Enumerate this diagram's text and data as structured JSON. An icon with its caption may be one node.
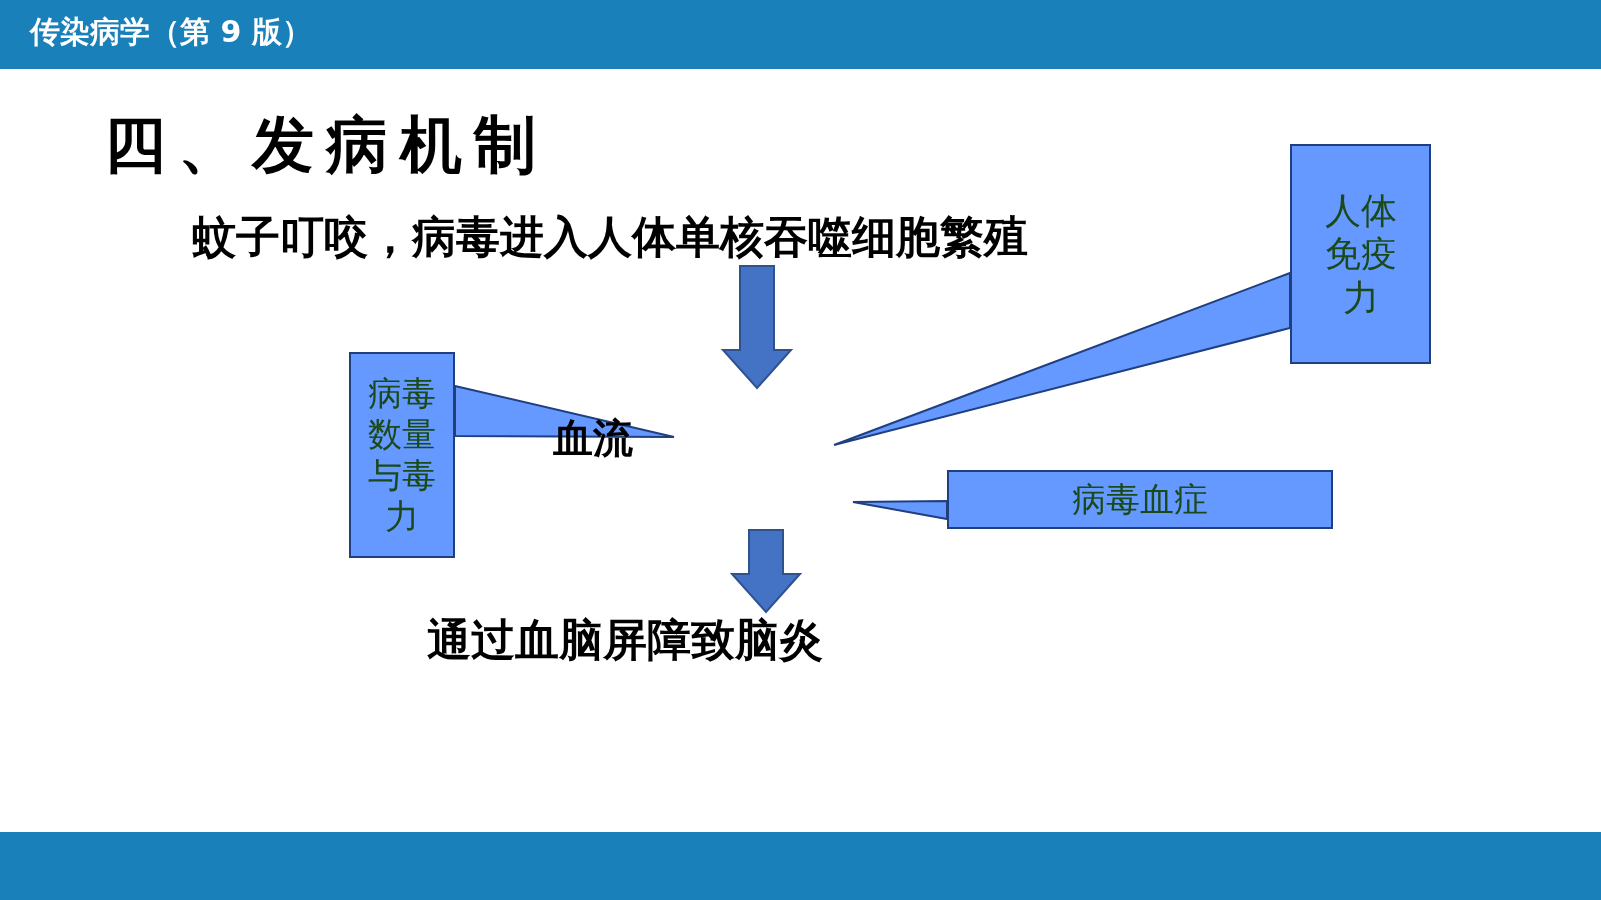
{
  "diagram": {
    "title": "四、发病机制",
    "nodes": [
      {
        "text": [
          "蚊子叮咬，病毒进入人体单核吞噬细胞繁殖"
        ]
      },
      {
        "text": [
          "血流"
        ]
      },
      {
        "text": [
          "通过血脑屏障致脑炎"
        ]
      },
      {
        "text": [
          "病毒数量与毒力"
        ]
      },
      {
        "text": [
          "人体免疫力"
        ]
      },
      {
        "text": [
          "病毒血症"
        ]
      }
    ],
    "edges": [
      {
        "from": 0,
        "to": null,
        "arrow": "to"
      },
      {
        "from": null,
        "to": 2,
        "arrow": "to"
      },
      {
        "from": 3,
        "to": 1,
        "arrow": "to"
      },
      {
        "from": 4,
        "to": null,
        "arrow": "to"
      },
      {
        "from": 5,
        "to": null,
        "arrow": "to"
      }
    ],
    "labels": [
      "传染病学（第 9 版）"
    ]
  }
}
